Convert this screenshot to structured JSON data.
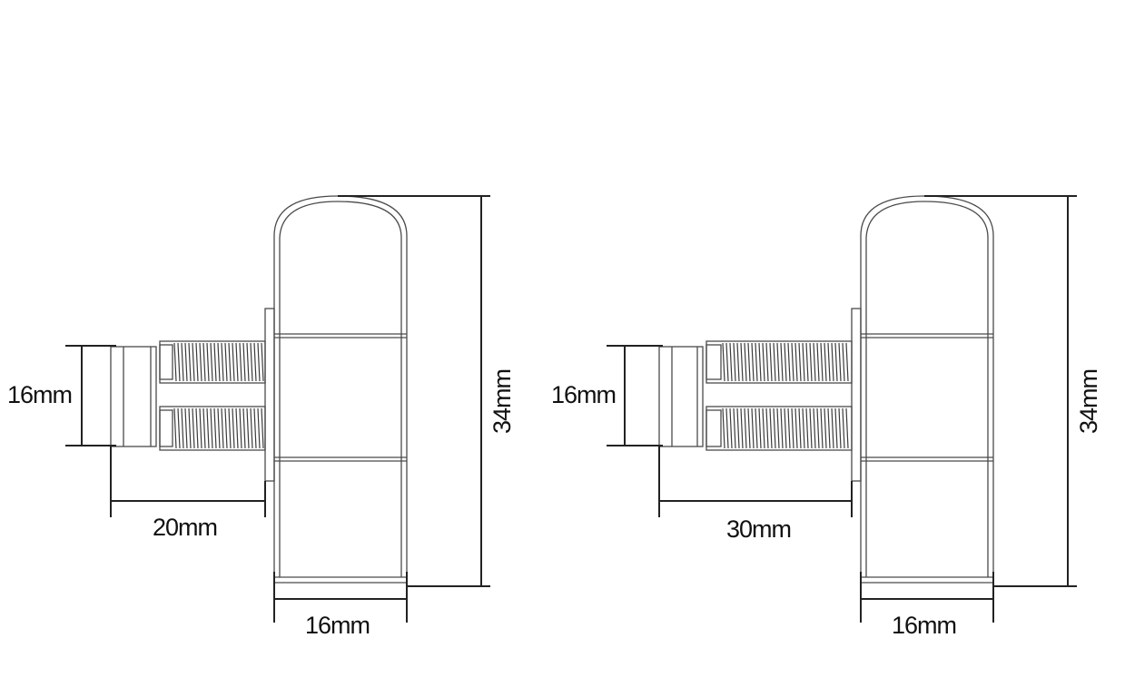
{
  "views": [
    {
      "id": "left",
      "dimensions": {
        "stud_height": "16mm",
        "stud_length": "20mm",
        "body_width": "16mm",
        "body_height": "34mm"
      }
    },
    {
      "id": "right",
      "dimensions": {
        "stud_height": "16mm",
        "stud_length": "30mm",
        "body_width": "16mm",
        "body_height": "34mm"
      }
    }
  ],
  "colors": {
    "outline": "#4a4a4a",
    "dimension": "#222222",
    "background": "#ffffff"
  }
}
